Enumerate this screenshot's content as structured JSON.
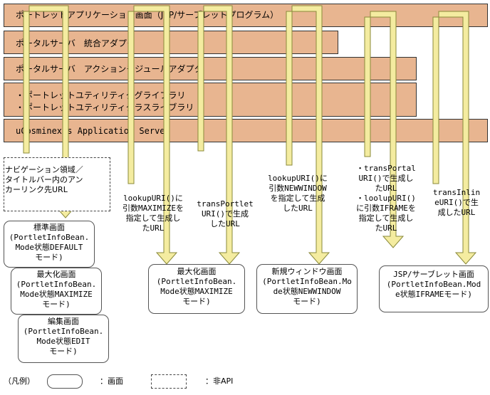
{
  "layers": {
    "portlet_app": "ポートレットアプリケーション画面（JSP/サーブレットプログラム）",
    "integration_adapter": "ポータルサーバ　統合アダプタ",
    "action_module_adapter": "ポータルサーバ　アクションモジュールアダプタ",
    "utility_libs": [
      "・ポートレットユティリティタグライブラリ",
      "・ポートレットユティリティクラスライブラリ"
    ],
    "app_server": "uCosminexus Application Server"
  },
  "labels": {
    "nav_anchor": "ナビゲーション領域／\nタイトルバー内のアン\nカーリンク先URL",
    "lookup_maximize": "lookupURI()に\n引数MAXIMIZEを\n指定して生成し\nたURL",
    "trans_portlet": "transPortlet\nURI()で生成\nしたURL",
    "lookup_newwindow": "lookupURI()に\n引数NEWWINDOW\nを指定して生成\nしたURL",
    "trans_portal_iframe": "・transPortal\nURI()で生成し\nたURL\n・loolupURI()\nに引数IFRAMEを\n指定して生成し\nたURL",
    "trans_inline": "transInlin\neURI()で生\n成したURL"
  },
  "screens": {
    "standard": "標準画面\n(PortletInfoBean.\nMode状態DEFAULT\nモード)",
    "maximized_left": "最大化画面\n(PortletInfoBean.\nMode状態MAXIMIZE\nモード)",
    "edit": "編集画面\n(PortletInfoBean.\nMode状態EDIT\nモード)",
    "maximized_mid": "最大化画面\n(PortletInfoBean.\nMode状態MAXIMIZE\nモード)",
    "new_window": "新規ウィンドウ画面\n(PortletInfoBean.Mo\nde状態NEWWINDOW\nモード)",
    "jsp_servlet": "JSP/サーブレット画面\n(PortletInfoBean.Mod\ne状態IFRAMEモード)"
  },
  "legend": {
    "open": "（凡例）",
    "screen": "：画面",
    "non_api": "：非API"
  },
  "colors": {
    "layer": "#e8b590",
    "arrow_fill": "#f4eca0",
    "arrow_stroke": "#8a8a3a"
  }
}
